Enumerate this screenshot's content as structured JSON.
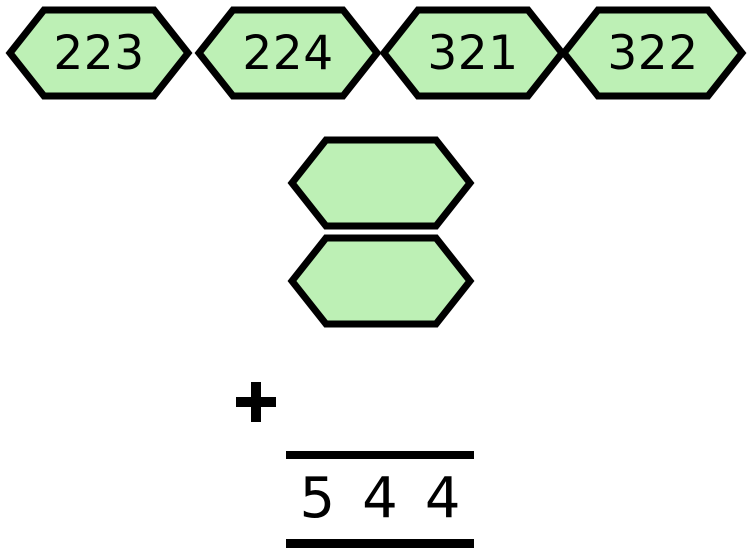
{
  "activity": {
    "type": "drag-and-drop-addition",
    "operator": "+"
  },
  "colors": {
    "tile_fill": "#bdf0b5",
    "tile_stroke": "#000000",
    "text": "#000000",
    "background": "#ffffff"
  },
  "tile_tray": {
    "tiles": [
      {
        "value": "223"
      },
      {
        "value": "224"
      },
      {
        "value": "321"
      },
      {
        "value": "322"
      }
    ]
  },
  "equation": {
    "operator": "+",
    "slots": [
      {
        "value": "",
        "placeholder": ""
      },
      {
        "value": "",
        "placeholder": ""
      }
    ],
    "sum": {
      "digits": [
        "5",
        "4",
        "4"
      ],
      "value": "544"
    }
  }
}
